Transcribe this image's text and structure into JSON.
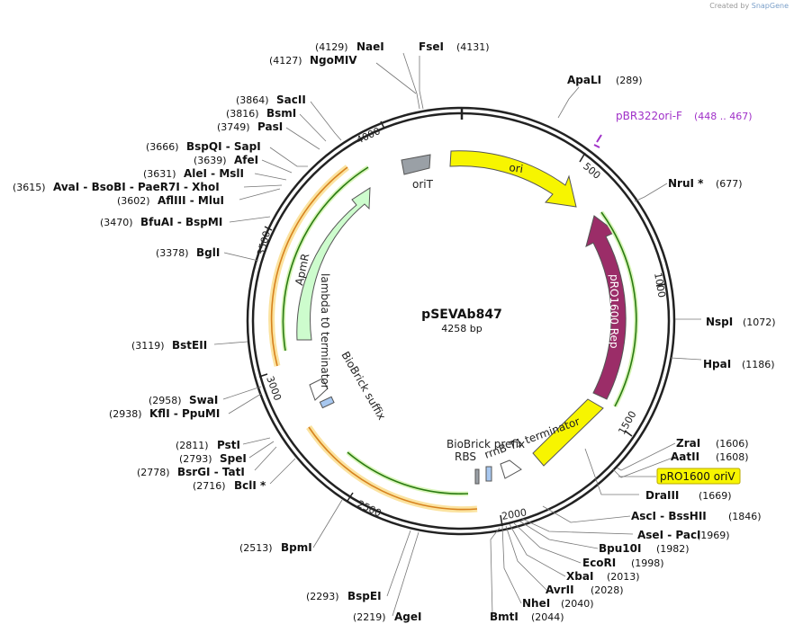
{
  "credit": {
    "prefix": "Created by",
    "brand": "SnapGene"
  },
  "plasmid": {
    "name": "pSEVAb847",
    "size_label": "4258 bp",
    "length": 4258
  },
  "ticks": [
    {
      "label": "500",
      "pos": 500
    },
    {
      "label": "1000",
      "pos": 1000
    },
    {
      "label": "1500",
      "pos": 1500
    },
    {
      "label": "2000",
      "pos": 2000
    },
    {
      "label": "2500",
      "pos": 2500
    },
    {
      "label": "3000",
      "pos": 3000
    },
    {
      "label": "3500",
      "pos": 3500
    },
    {
      "label": "4000",
      "pos": 4000
    }
  ],
  "sites_right": [
    {
      "name": "FseI",
      "pos": "(4131)"
    },
    {
      "name": "ApaLI",
      "pos": "(289)"
    },
    {
      "name": "NruI *",
      "pos": "(677)"
    },
    {
      "name": "NspI",
      "pos": "(1072)"
    },
    {
      "name": "HpaI",
      "pos": "(1186)"
    },
    {
      "name": "ZraI",
      "pos": "(1606)"
    },
    {
      "name": "AatII",
      "pos": "(1608)"
    },
    {
      "name": "DraIII",
      "pos": "(1669)"
    },
    {
      "name": "AscI - BssHII",
      "pos": "(1846)"
    },
    {
      "name": "AseI - PacI",
      "pos": "(1969)"
    },
    {
      "name": "Bpu10I",
      "pos": "(1982)"
    },
    {
      "name": "EcoRI",
      "pos": "(1998)"
    },
    {
      "name": "XbaI",
      "pos": "(2013)"
    },
    {
      "name": "AvrII",
      "pos": "(2028)"
    },
    {
      "name": "NheI",
      "pos": "(2040)"
    },
    {
      "name": "BmtI",
      "pos": "(2044)"
    }
  ],
  "sites_left": [
    {
      "name": "NaeI",
      "pos": "(4129)"
    },
    {
      "name": "NgoMIV",
      "pos": "(4127)"
    },
    {
      "name": "SacII",
      "pos": "(3864)"
    },
    {
      "name": "BsmI",
      "pos": "(3816)"
    },
    {
      "name": "PasI",
      "pos": "(3749)"
    },
    {
      "name": "BspQI - SapI",
      "pos": "(3666)"
    },
    {
      "name": "AfeI",
      "pos": "(3639)"
    },
    {
      "name": "AleI - MslI",
      "pos": "(3631)"
    },
    {
      "name": "AvaI - BsoBI - PaeR7I - XhoI",
      "pos": "(3615)"
    },
    {
      "name": "AflIII - MluI",
      "pos": "(3602)"
    },
    {
      "name": "BfuAI - BspMI",
      "pos": "(3470)"
    },
    {
      "name": "BglI",
      "pos": "(3378)"
    },
    {
      "name": "BstEII",
      "pos": "(3119)"
    },
    {
      "name": "SwaI",
      "pos": "(2958)"
    },
    {
      "name": "KflI - PpuMI",
      "pos": "(2938)"
    },
    {
      "name": "PstI",
      "pos": "(2811)"
    },
    {
      "name": "SpeI",
      "pos": "(2793)"
    },
    {
      "name": "BsrGI - TatI",
      "pos": "(2778)"
    },
    {
      "name": "BclI *",
      "pos": "(2716)"
    },
    {
      "name": "BpmI",
      "pos": "(2513)"
    },
    {
      "name": "BspEI",
      "pos": "(2293)"
    },
    {
      "name": "AgeI",
      "pos": "(2219)"
    }
  ],
  "primer": {
    "name": "pBR322ori-F",
    "range": "(448 .. 467)",
    "color": "#a030c8"
  },
  "highlight_site": {
    "name": "pRO1600 oriV",
    "color": "#f7f500"
  },
  "features": [
    {
      "name": "ori",
      "color": "#f7f500"
    },
    {
      "name": "oriT",
      "color": "#9aa0a6"
    },
    {
      "name": "pRO1600 Rep",
      "color": "#9b2d68"
    },
    {
      "name": "ApmR",
      "color": "#cdfccd"
    },
    {
      "name": "lambda t0 terminator",
      "color": "#ffffff"
    },
    {
      "name": "BioBrick suffix",
      "color": "#ffffff"
    },
    {
      "name": "BioBrick prefix",
      "color": "#ffffff"
    },
    {
      "name": "rrnB T1 terminator",
      "color": "#ffffff"
    },
    {
      "name": "RBS",
      "color": "#a8c8f0"
    }
  ]
}
